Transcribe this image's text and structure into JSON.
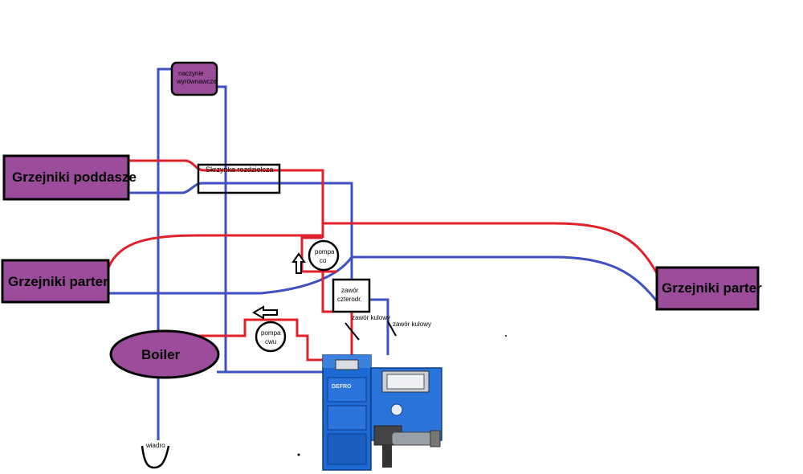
{
  "labels": {
    "naczynie_line1": "naczynie",
    "naczynie_line2": "wyrównawcze",
    "grzejniki_poddasze": "Grzejniki poddasze",
    "skrzynka": "Skrzynka rozdzielcza",
    "grzejniki_parter_left": "Grzejniki parter",
    "grzejniki_parter_right": "Grzejniki parter",
    "pompa_co_line1": "pompa",
    "pompa_co_line2": "co",
    "zawor_line1": "zawór",
    "zawor_line2": "czterodr.",
    "zawor_kulowy_1": "zawór kulowy",
    "zawor_kulowy_2": "zawór kulowy",
    "pompa_cwu_line1": "pompa",
    "pompa_cwu_line2": "cwu",
    "boiler": "Boiler",
    "wiadro": "wiadro"
  },
  "colors": {
    "supply_pipe": "#e0202a",
    "return_pipe": "#3c4fc4",
    "box_fill": "#9b4d9b",
    "furnace_body": "#1e6ad4"
  }
}
